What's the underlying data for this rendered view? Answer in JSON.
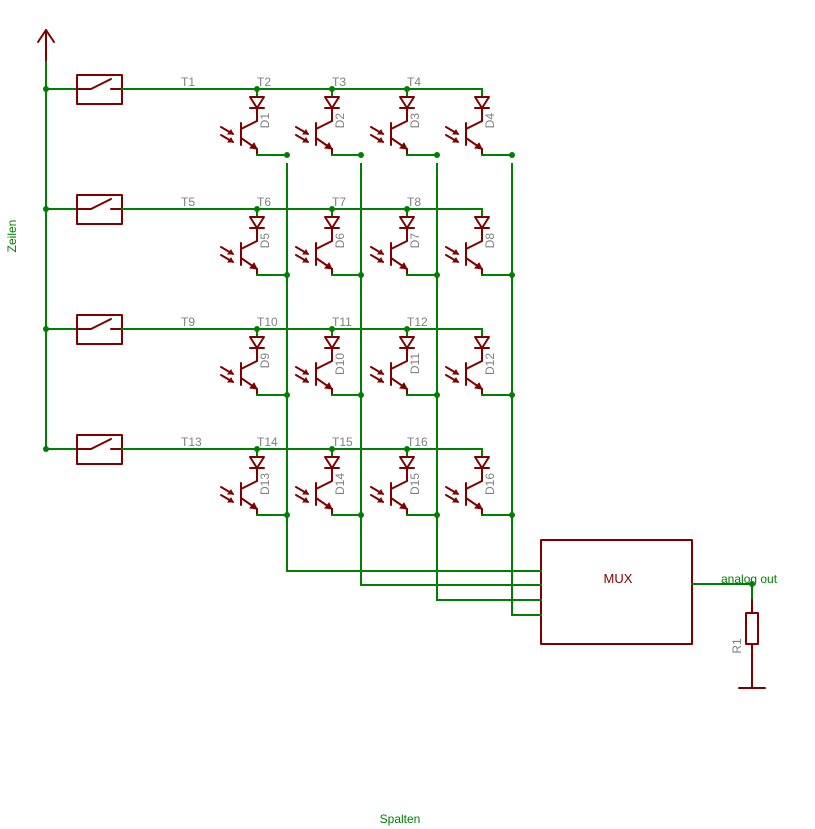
{
  "labels": {
    "rows_label": "Zeilen",
    "columns_label": "Spalten",
    "mux_label": "MUX",
    "output_label": "analog out",
    "resistor_label": "R1"
  },
  "row_switch_labels": [
    "T1",
    "T5",
    "T9",
    "T13"
  ],
  "cell_labels": [
    [
      "T2",
      "T3",
      "T4"
    ],
    [
      "T6",
      "T7",
      "T8"
    ],
    [
      "T10",
      "T11",
      "T12"
    ],
    [
      "T14",
      "T15",
      "T16"
    ]
  ],
  "diode_labels": [
    [
      "D1",
      "D2",
      "D3",
      "D4"
    ],
    [
      "D5",
      "D6",
      "D7",
      "D8"
    ],
    [
      "D9",
      "D10",
      "D11",
      "D12"
    ],
    [
      "D13",
      "D14",
      "D15",
      "D16"
    ]
  ],
  "colors": {
    "wire": "#008000",
    "symbol": "#800000",
    "part_label": "#808080"
  }
}
